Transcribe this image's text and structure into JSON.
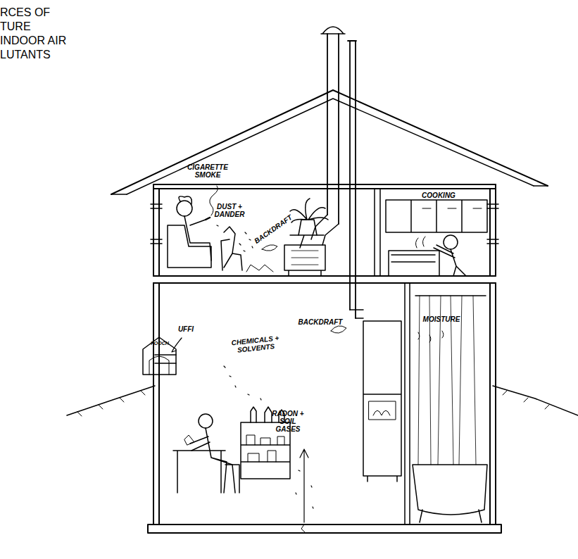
{
  "diagram": {
    "title": "RCES OF TURE INDOOR AIR LUTANTS",
    "labels": [
      "CIGARETTE SMOKE",
      "DUST + DANDER",
      "BACKDRAFT",
      "COOKING",
      "UFFI",
      "CHEMICALS + SOLVENTS",
      "BACKDRAFT",
      "RADON + SOIL GASES",
      "MOISTURE",
      "POOCH"
    ]
  }
}
